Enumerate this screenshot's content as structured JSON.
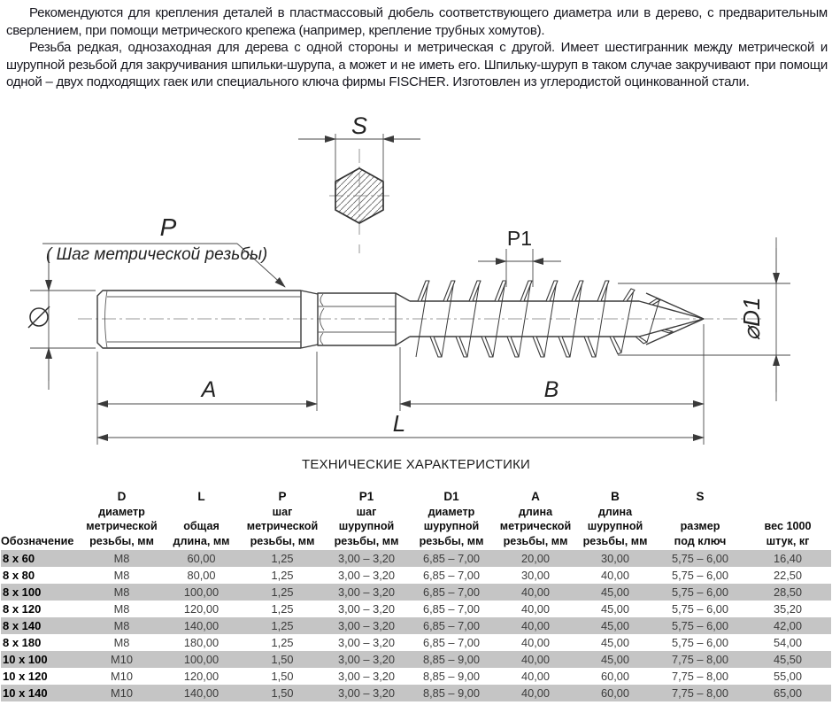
{
  "intro": {
    "paragraph1": "Рекомендуются для крепления деталей в пластмассовый дюбель соответствующего диаметра или в дерево, с предварительным сверлением, при помощи метрического крепежа (например, крепление трубных хомутов).",
    "paragraph2": "Резьба редкая, однозаходная для дерева с одной стороны и метрическая с другой. Имеет шестигранник между метрической и шурупной резьбой для закручивания шпильки-шурупа, а может и не иметь его. Шпильку-шуруп в таком случае закручивают при помощи одной – двух подходящих гаек или специального ключа фирмы FISCHER. Изготовлен из углеродистой оцинкованной стали."
  },
  "drawing": {
    "labels": {
      "s": "S",
      "p": "P",
      "p_note": "( Шаг метрической резьбы)",
      "p1": "P1",
      "d1": "⌀D1",
      "a": "A",
      "b": "B",
      "l": "L"
    }
  },
  "section_title": "ТЕХНИЧЕСКИЕ ХАРАКТЕРИСТИКИ",
  "table": {
    "columns": [
      {
        "key": "name",
        "lines": [
          "",
          "",
          "",
          "Обозначение"
        ]
      },
      {
        "key": "d",
        "lines": [
          "D",
          "диаметр",
          "метрической",
          "резьбы, мм"
        ]
      },
      {
        "key": "l",
        "lines": [
          "L",
          "",
          "общая",
          "длина, мм"
        ]
      },
      {
        "key": "p",
        "lines": [
          "P",
          "шаг",
          "метрической",
          "резьбы, мм"
        ]
      },
      {
        "key": "p1",
        "lines": [
          "P1",
          "шаг",
          "шурупной",
          "резьбы, мм"
        ]
      },
      {
        "key": "d1",
        "lines": [
          "D1",
          "диаметр",
          "шурупной",
          "резьбы, мм"
        ]
      },
      {
        "key": "a",
        "lines": [
          "A",
          "длина",
          "метрической",
          "резьбы, мм"
        ]
      },
      {
        "key": "b",
        "lines": [
          "B",
          "длина",
          "шурупной",
          "резьбы, мм"
        ]
      },
      {
        "key": "s",
        "lines": [
          "S",
          "",
          "размер",
          "под ключ"
        ]
      },
      {
        "key": "weight",
        "lines": [
          "",
          "",
          "вес 1000",
          "штук, кг"
        ]
      }
    ],
    "rows": [
      [
        "8 x 60",
        "M8",
        "60,00",
        "1,25",
        "3,00 – 3,20",
        "6,85 – 7,00",
        "20,00",
        "30,00",
        "5,75 – 6,00",
        "16,40"
      ],
      [
        "8 x 80",
        "M8",
        "80,00",
        "1,25",
        "3,00 – 3,20",
        "6,85 – 7,00",
        "30,00",
        "40,00",
        "5,75 – 6,00",
        "22,50"
      ],
      [
        "8 x 100",
        "M8",
        "100,00",
        "1,25",
        "3,00 – 3,20",
        "6,85 – 7,00",
        "40,00",
        "45,00",
        "5,75 – 6,00",
        "28,50"
      ],
      [
        "8 x 120",
        "M8",
        "120,00",
        "1,25",
        "3,00 – 3,20",
        "6,85 – 7,00",
        "40,00",
        "45,00",
        "5,75 – 6,00",
        "35,20"
      ],
      [
        "8 x 140",
        "M8",
        "140,00",
        "1,25",
        "3,00 – 3,20",
        "6,85 – 7,00",
        "40,00",
        "45,00",
        "5,75 – 6,00",
        "42,00"
      ],
      [
        "8 x 180",
        "M8",
        "180,00",
        "1,25",
        "3,00 – 3,20",
        "6,85 – 7,00",
        "40,00",
        "45,00",
        "5,75 – 6,00",
        "54,00"
      ],
      [
        "10 x 100",
        "M10",
        "100,00",
        "1,50",
        "3,00 – 3,20",
        "8,85 – 9,00",
        "40,00",
        "45,00",
        "7,75 – 8,00",
        "45,50"
      ],
      [
        "10 x 120",
        "M10",
        "120,00",
        "1,50",
        "3,00 – 3,20",
        "8,85 – 9,00",
        "40,00",
        "60,00",
        "7,75 – 8,00",
        "55,00"
      ],
      [
        "10 x 140",
        "M10",
        "140,00",
        "1,50",
        "3,00 – 3,20",
        "8,85 – 9,00",
        "40,00",
        "60,00",
        "7,75 – 8,00",
        "65,00"
      ]
    ]
  },
  "colors": {
    "row_shaded": "#c5c5c5",
    "line": "#3a3a3a",
    "text": "#17171f"
  }
}
